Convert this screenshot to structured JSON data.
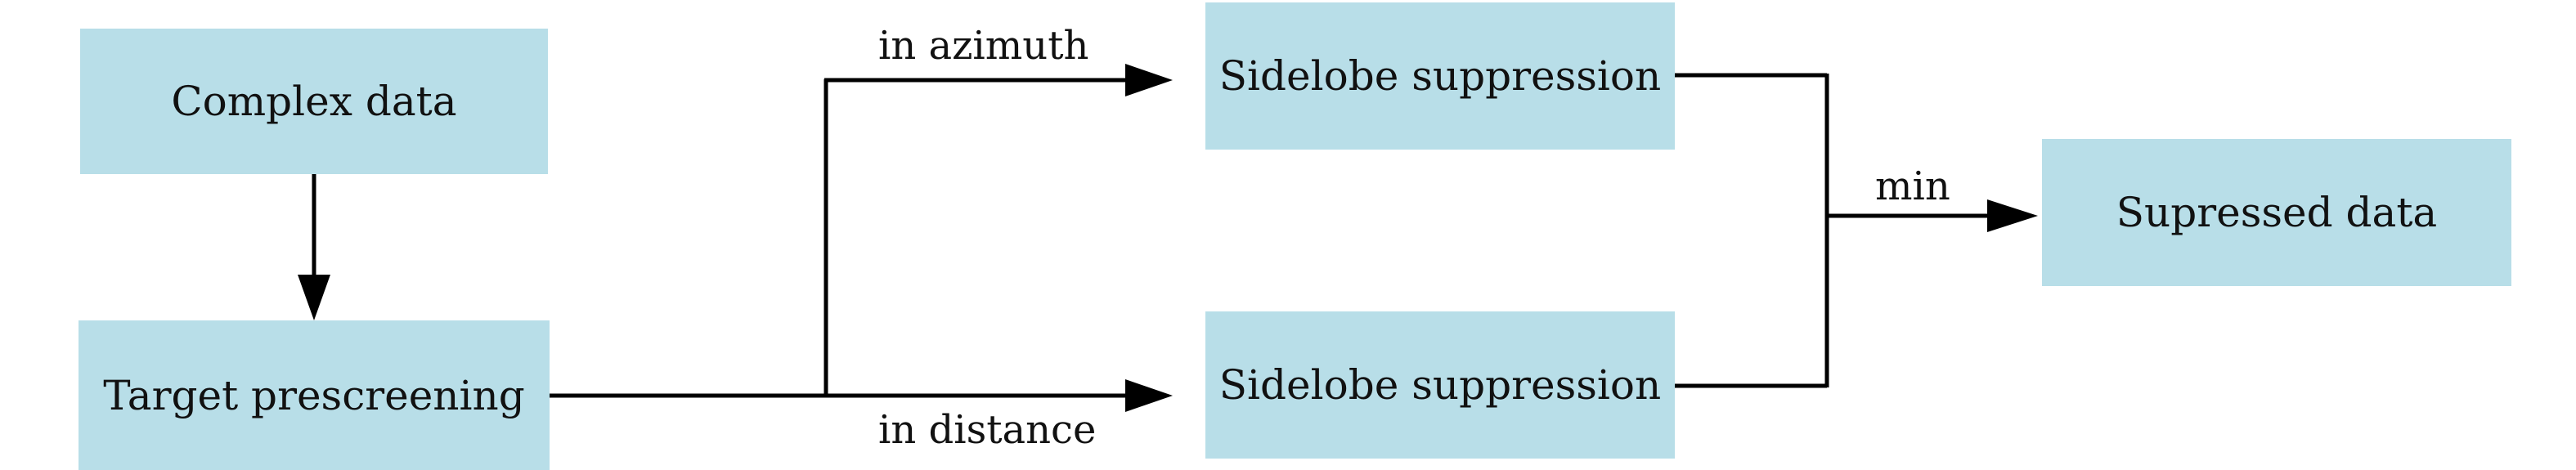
{
  "nodes": {
    "complex_data": "Complex data",
    "target_prescreening": "Target prescreening",
    "sidelobe_azimuth": "Sidelobe suppression",
    "sidelobe_distance": "Sidelobe suppression",
    "suppressed_data": "Supressed data"
  },
  "edge_labels": {
    "azimuth": "in azimuth",
    "distance": "in distance",
    "min": "min"
  },
  "colors": {
    "node_fill": "#b8dee8",
    "line": "#000000"
  }
}
